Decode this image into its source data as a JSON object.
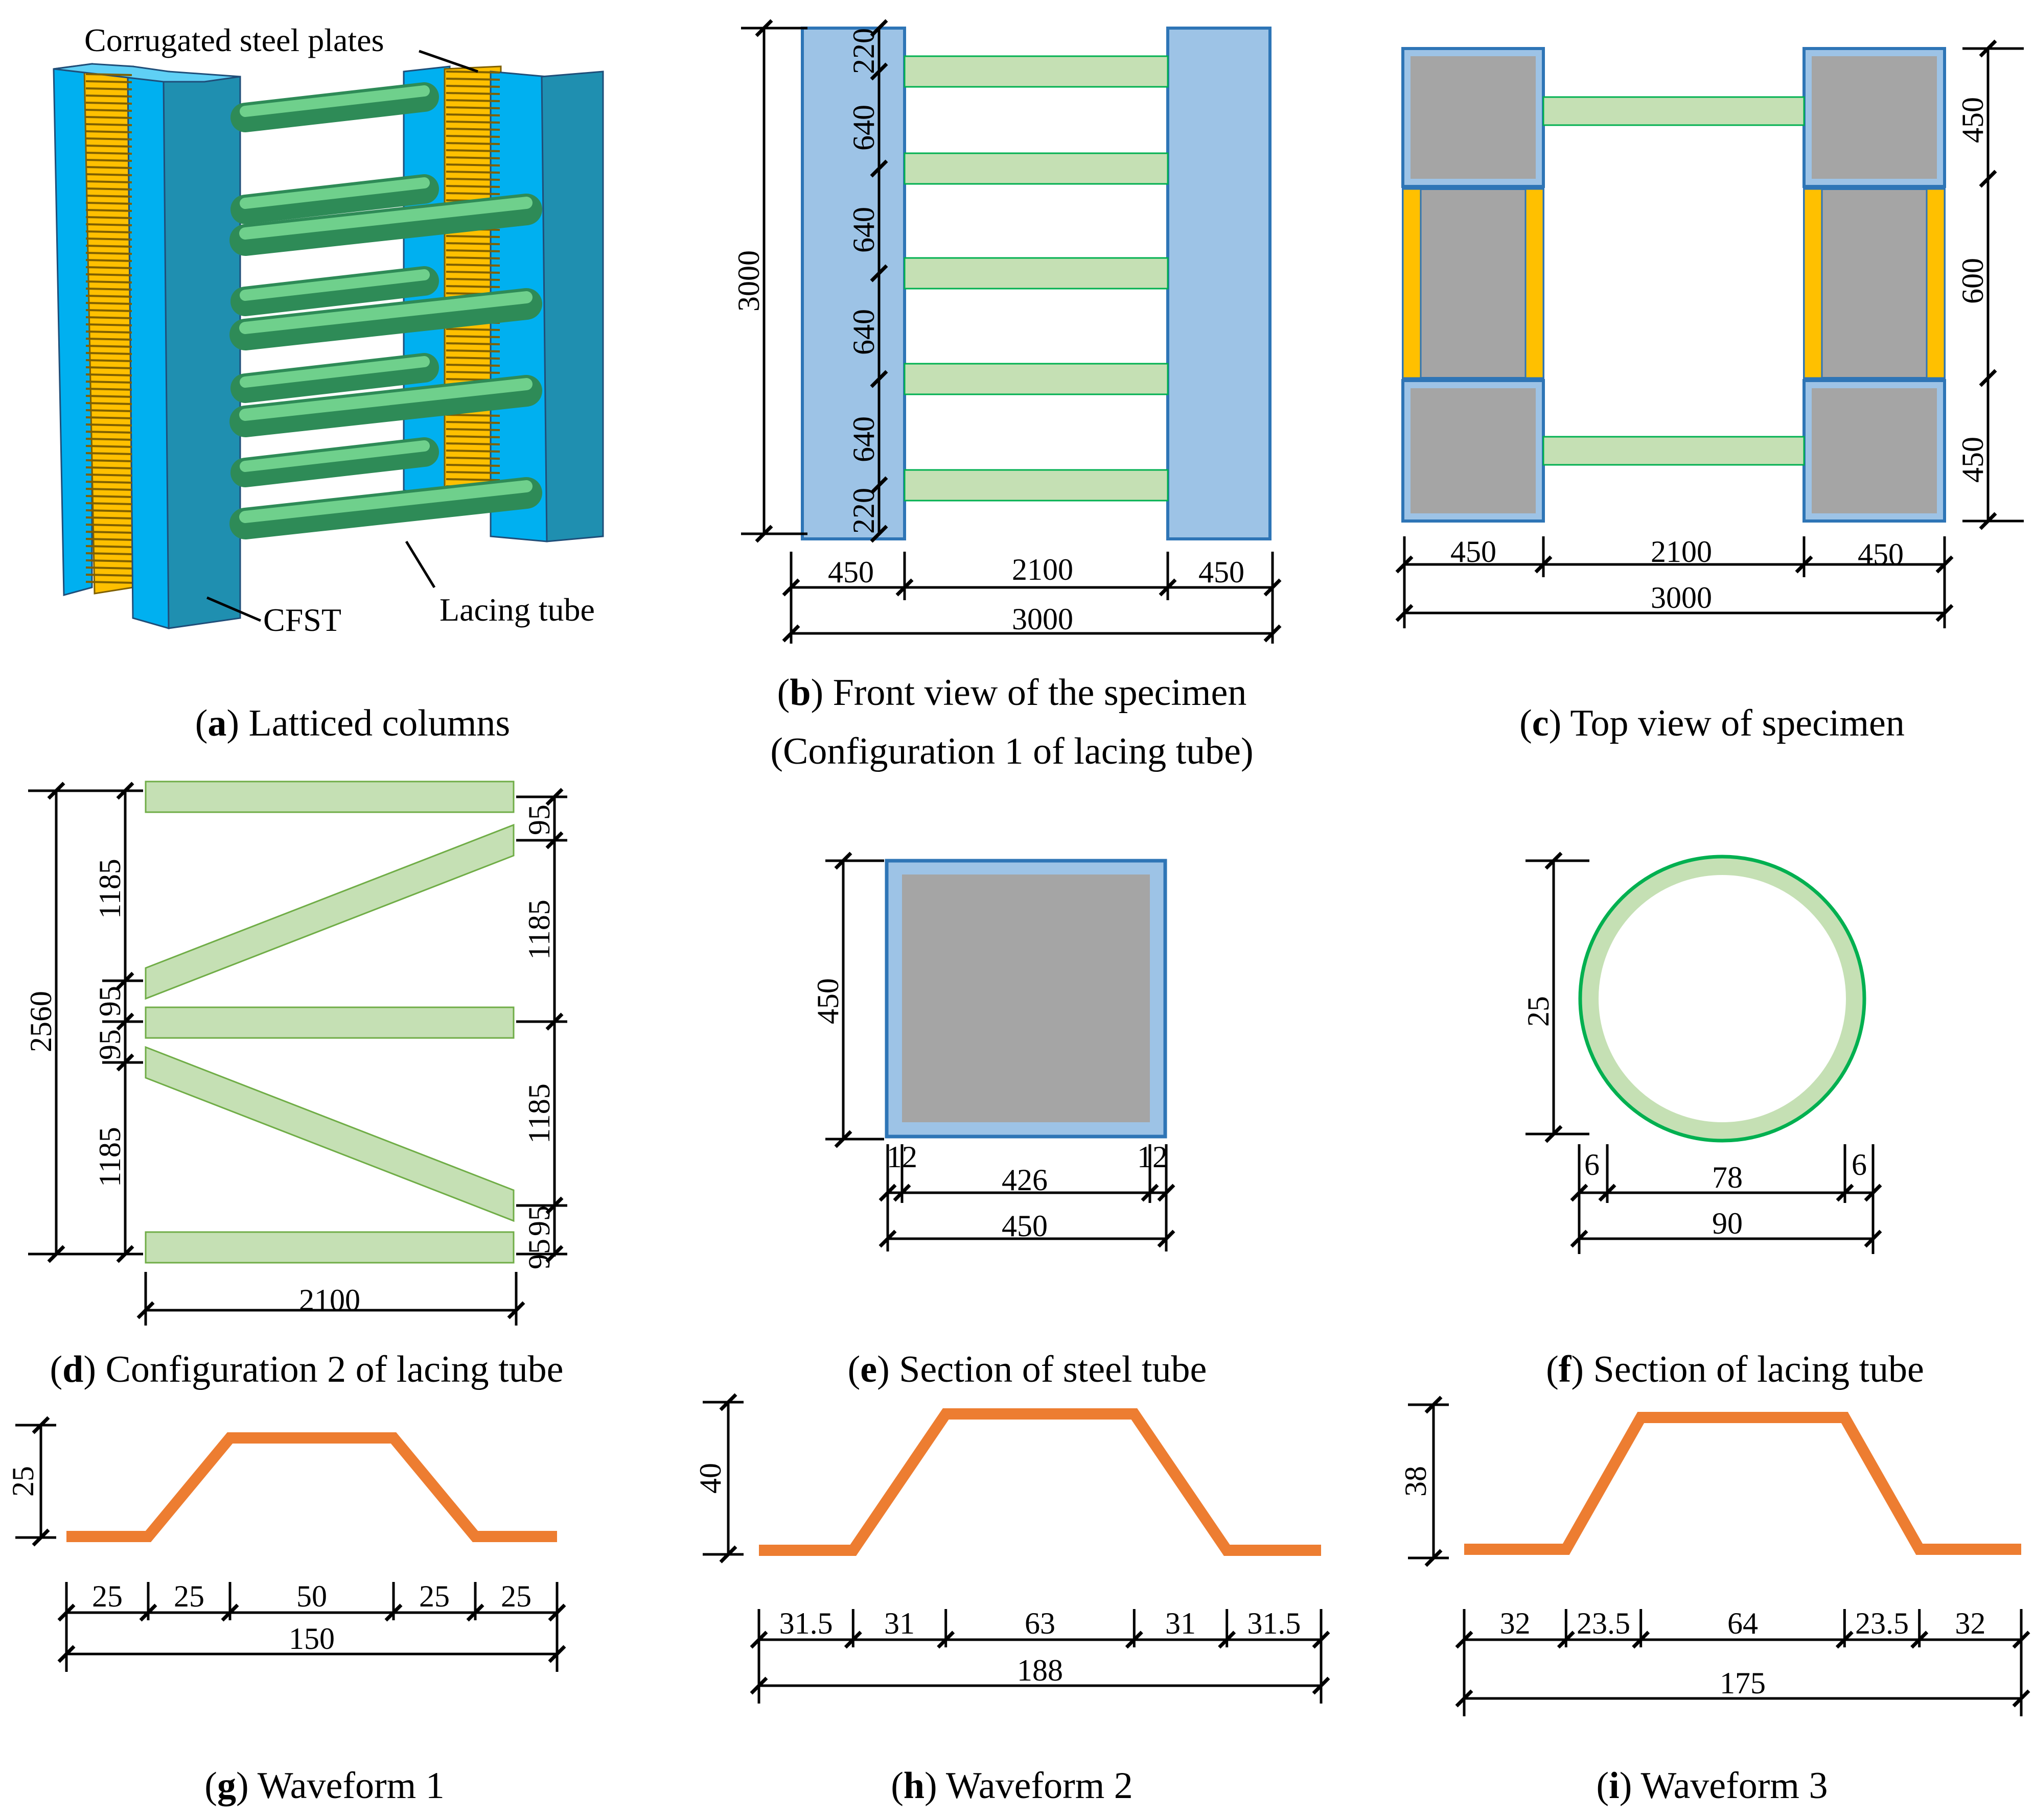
{
  "colors": {
    "cfst_blue": "#9DC3E6",
    "cfst_edge": "#2E75B6",
    "concrete_gray": "#A5A5A5",
    "lacing_green": "#C5E0B4",
    "lacing_edge": "#00B050",
    "corrugated_orange": "#FFC000",
    "waveform_orange": "#ED7D31"
  },
  "panel_a": {
    "caption_letter": "a",
    "caption_text": ") Latticed columns",
    "label_corrugated": "Corrugated steel plates",
    "label_cfst": "CFST",
    "label_lacing": "Lacing tube"
  },
  "panel_b": {
    "caption_letter": "b",
    "caption_text": ") Front view of the specimen",
    "caption_line2": "(Configuration 1 of lacing tube)",
    "dim_total_height": "3000",
    "dim_top": "220",
    "dim_s1": "640",
    "dim_s2": "640",
    "dim_s3": "640",
    "dim_s4": "640",
    "dim_bottom": "220",
    "dim_left": "450",
    "dim_mid": "2100",
    "dim_right": "450",
    "dim_total_width": "3000"
  },
  "panel_c": {
    "caption_letter": "c",
    "caption_text": ") Top view of specimen",
    "dim_r_top": "450",
    "dim_r_mid": "600",
    "dim_r_bottom": "450",
    "dim_left": "450",
    "dim_mid": "2100",
    "dim_right": "450",
    "dim_total_width": "3000"
  },
  "panel_d": {
    "caption_letter": "d",
    "caption_text": ") Configuration 2 of lacing tube",
    "dim_total": "2560",
    "dim_l1": "1185",
    "dim_l2": "95",
    "dim_l3": "95",
    "dim_l4": "1185",
    "dim_r1": "95",
    "dim_r2": "1185",
    "dim_r3": "1185",
    "dim_r4": "95",
    "dim_r5": "95",
    "dim_width": "2100"
  },
  "panel_e": {
    "caption_letter": "e",
    "caption_text": ") Section of steel tube",
    "dim_height": "450",
    "dim_t_left": "12",
    "dim_inner": "426",
    "dim_t_right": "12",
    "dim_width": "450"
  },
  "panel_f": {
    "caption_letter": "f",
    "caption_text": ") Section of lacing tube",
    "dim_height": "25",
    "dim_t_left": "6",
    "dim_inner": "78",
    "dim_t_right": "6",
    "dim_width": "90"
  },
  "panel_g": {
    "caption_letter": "g",
    "caption_text": ") Waveform 1",
    "dim_height": "25",
    "segments": [
      "25",
      "25",
      "50",
      "25",
      "25"
    ],
    "dim_total": "150"
  },
  "panel_h": {
    "caption_letter": "h",
    "caption_text": ") Waveform 2",
    "dim_height": "40",
    "segments": [
      "31.5",
      "31",
      "63",
      "31",
      "31.5"
    ],
    "dim_total": "188"
  },
  "panel_i": {
    "caption_letter": "i",
    "caption_text": ") Waveform 3",
    "dim_height": "38",
    "segments": [
      "32",
      "23.5",
      "64",
      "23.5",
      "32"
    ],
    "dim_total": "175"
  }
}
